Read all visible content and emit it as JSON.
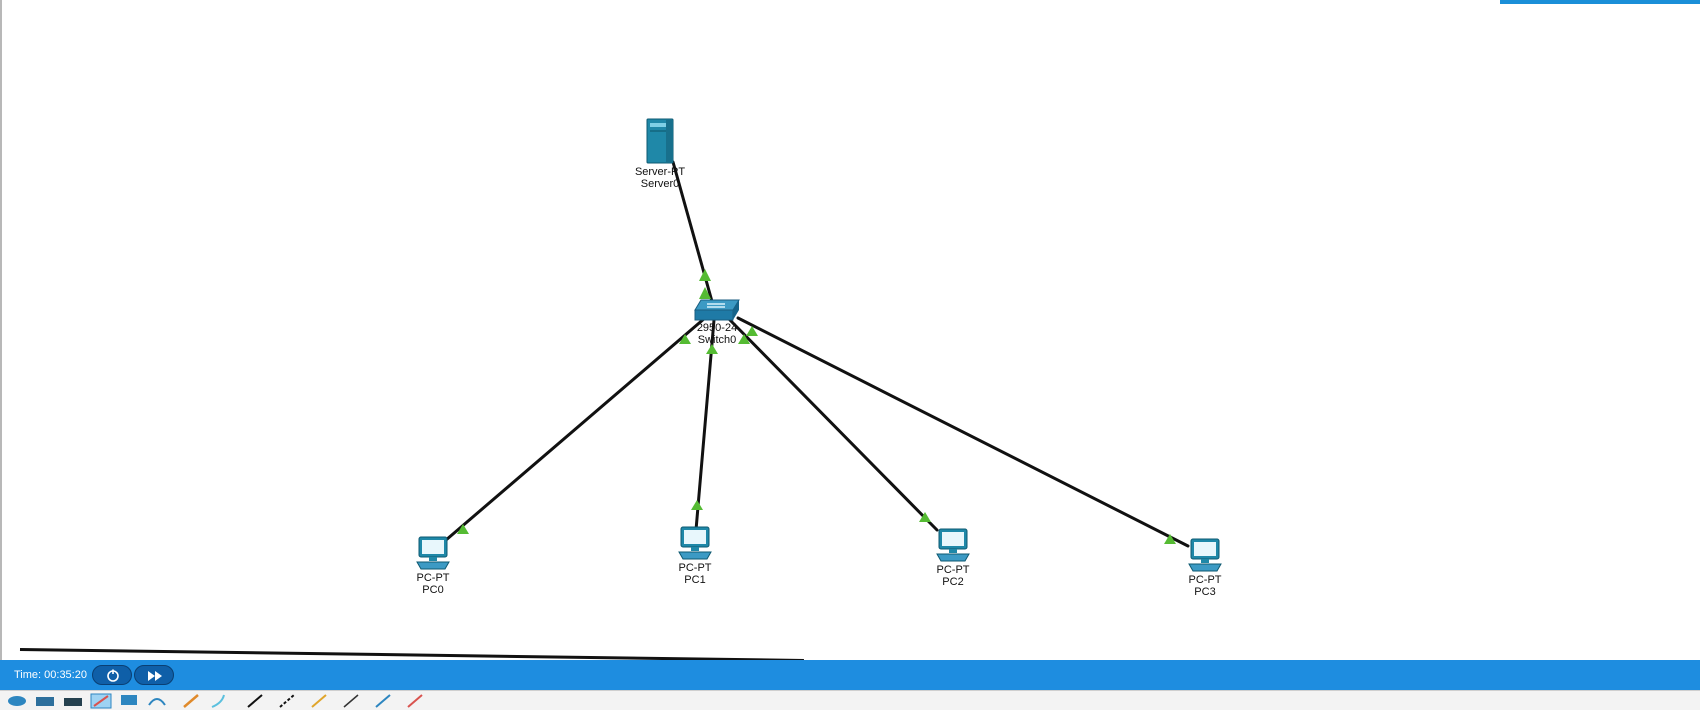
{
  "devices": {
    "server": {
      "model": "Server-PT",
      "name": "Server0"
    },
    "switch": {
      "model": "2950-24",
      "name": "Switch0"
    },
    "pcs": [
      {
        "model": "PC-PT",
        "name": "PC0"
      },
      {
        "model": "PC-PT",
        "name": "PC1"
      },
      {
        "model": "PC-PT",
        "name": "PC2"
      },
      {
        "model": "PC-PT",
        "name": "PC3"
      }
    ]
  },
  "link_status_color": "#55bb33",
  "cable_color": "#111111",
  "timebar": {
    "time_text": "Time: 00:35:20",
    "reset_icon": "power-cycle-icon",
    "fast_forward_icon": "fast-forward-icon"
  },
  "toolbar": {
    "icons": [
      "routers-icon",
      "switches-icon",
      "hubs-icon",
      "connections-icon",
      "end-devices-icon",
      "wireless-icon",
      "auto-cable-icon",
      "console-cable-icon",
      "straight-cable-icon",
      "crossover-cable-icon",
      "fiber-cable-icon",
      "phone-cable-icon",
      "coaxial-cable-icon",
      "serial-cable-icon"
    ]
  }
}
